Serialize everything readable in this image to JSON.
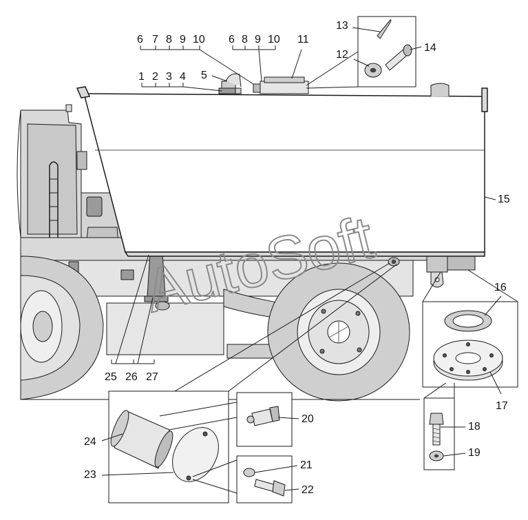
{
  "watermark": "AutoSoft",
  "callouts": {
    "c1": "1",
    "c2": "2",
    "c3": "3",
    "c4": "4",
    "c5": "5",
    "g6": [
      "6",
      "7",
      "8",
      "9",
      "10"
    ],
    "g6b": [
      "6",
      "8",
      "9",
      "10"
    ],
    "c11": "11",
    "c12": "12",
    "c13": "13",
    "c14": "14",
    "c15": "15",
    "c16": "16",
    "c17": "17",
    "c18": "18",
    "c19": "19",
    "c20": "20",
    "c21": "21",
    "c22": "22",
    "c23": "23",
    "c24": "24",
    "c25": "25",
    "c26": "26",
    "c27": "27"
  },
  "colors": {
    "line": "#1a1a1a",
    "tank": "#ffffff",
    "machine": "#d9d9d9",
    "shade": "#bdbdbd",
    "dark": "#7a7a7a"
  }
}
